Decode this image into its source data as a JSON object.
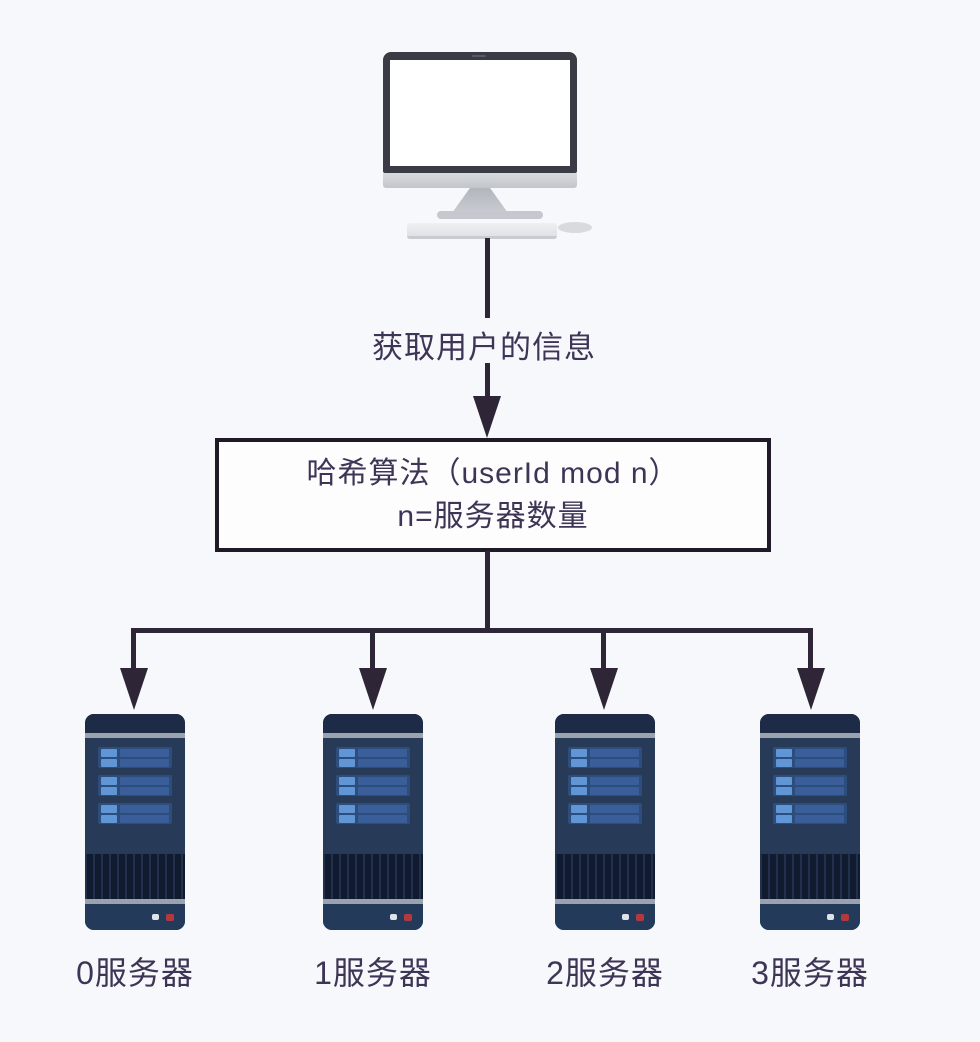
{
  "canvas": {
    "background": "#f7f8fb",
    "line_color": "#2e2637",
    "text_color": "#3e3556",
    "box_fill": "#fdfdfe",
    "server_body_color": "#273a58",
    "server_bay_color": "#6095d6"
  },
  "icons": {
    "client": "desktop-computer-icon",
    "server": "server-tower-icon"
  },
  "flow": {
    "step1_label": "获取用户的信息",
    "hash_box_line1": "哈希算法（userId mod n）",
    "hash_box_line2": "n=服务器数量"
  },
  "servers": [
    {
      "label": "0服务器"
    },
    {
      "label": "1服务器"
    },
    {
      "label": "2服务器"
    },
    {
      "label": "3服务器"
    }
  ]
}
